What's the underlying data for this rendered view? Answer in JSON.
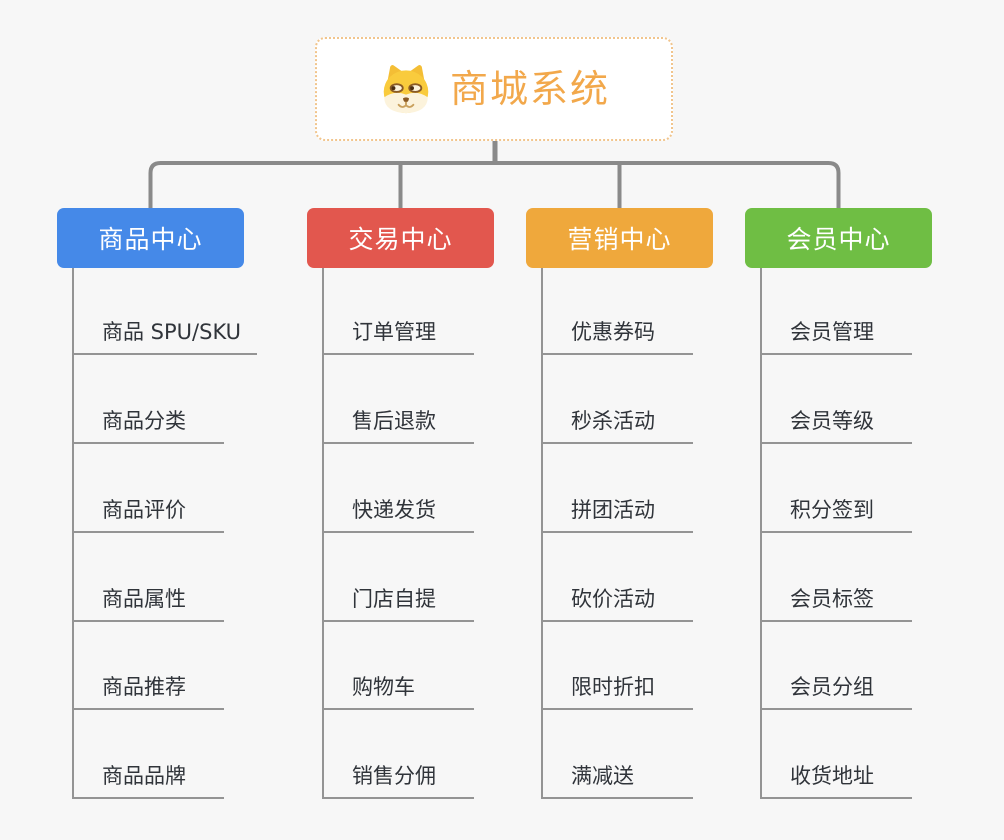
{
  "root": {
    "title": "商城系统",
    "title_color": "#F2A84B",
    "border_color": "#F1C58D",
    "icon": "dog-icon"
  },
  "branches": [
    {
      "label": "商品中心",
      "color": "#4589E8",
      "items": [
        "商品 SPU/SKU",
        "商品分类",
        "商品评价",
        "商品属性",
        "商品推荐",
        "商品品牌"
      ]
    },
    {
      "label": "交易中心",
      "color": "#E2574E",
      "items": [
        "订单管理",
        "售后退款",
        "快递发货",
        "门店自提",
        "购物车",
        "销售分佣"
      ]
    },
    {
      "label": "营销中心",
      "color": "#EFA83C",
      "items": [
        "优惠券码",
        "秒杀活动",
        "拼团活动",
        "砍价活动",
        "限时折扣",
        "满减送"
      ]
    },
    {
      "label": "会员中心",
      "color": "#6FBE44",
      "items": [
        "会员管理",
        "会员等级",
        "积分签到",
        "会员标签",
        "会员分组",
        "收货地址"
      ]
    }
  ],
  "connector_color": "#8A8A8A",
  "leaf_line_color": "#949494"
}
